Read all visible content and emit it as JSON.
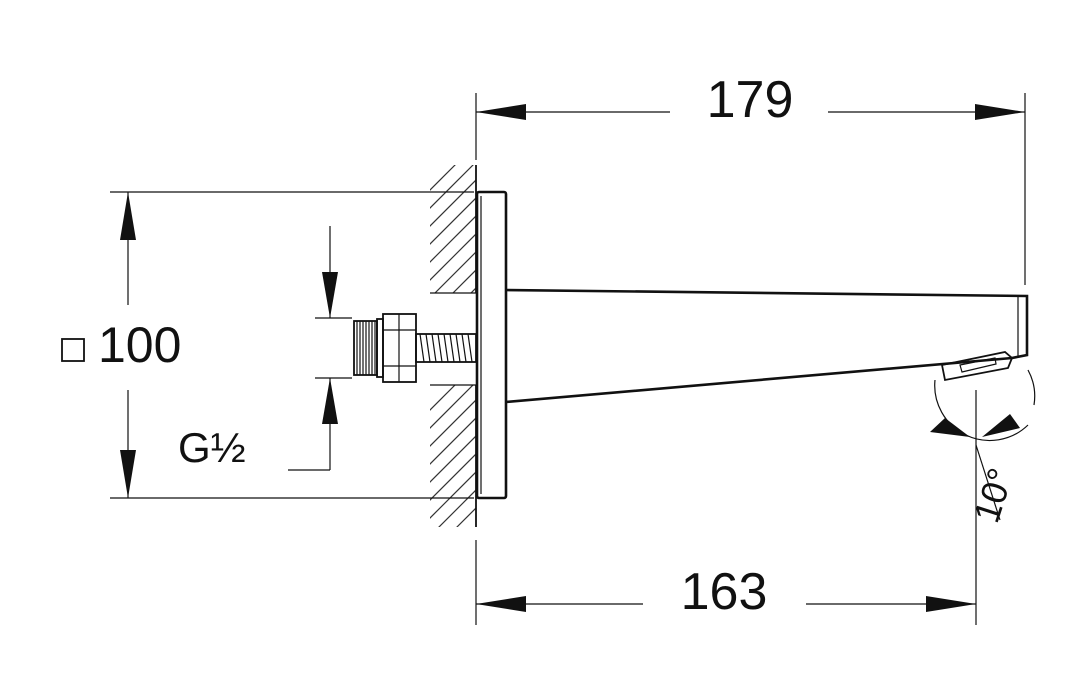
{
  "dimensions": {
    "overall_length": "179",
    "spout_reach": "163",
    "plate_size": "100",
    "thread": "G½",
    "angle": "10°"
  }
}
